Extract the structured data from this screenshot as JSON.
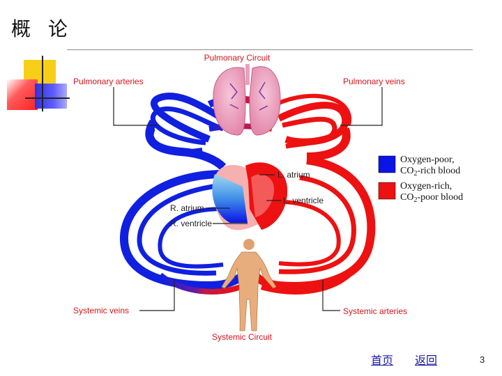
{
  "title": "概 论",
  "diagram": {
    "top_label": "Pulmonary Circuit",
    "bottom_label": "Systemic Circuit",
    "pulmonary_arteries": "Pulmonary arteries",
    "pulmonary_veins": "Pulmonary veins",
    "systemic_veins": "Systemic veins",
    "systemic_arteries": "Systemic arteries",
    "l_atrium": "L. atrium",
    "l_ventricle": "L. ventricle",
    "r_atrium": "R. atrium",
    "r_ventricle": "R. ventricle",
    "legend": [
      {
        "line1": "Oxygen-poor,",
        "line2_prefix": "CO",
        "line2_sub": "2",
        "line2_suffix": "-rich blood",
        "color": "#0a14e6"
      },
      {
        "line1": "Oxygen-rich,",
        "line2_prefix": "CO",
        "line2_sub": "2",
        "line2_suffix": "-poor blood",
        "color": "#ee1111"
      }
    ]
  },
  "nav": {
    "home": "首页",
    "back": "返回"
  },
  "page_number": "3"
}
